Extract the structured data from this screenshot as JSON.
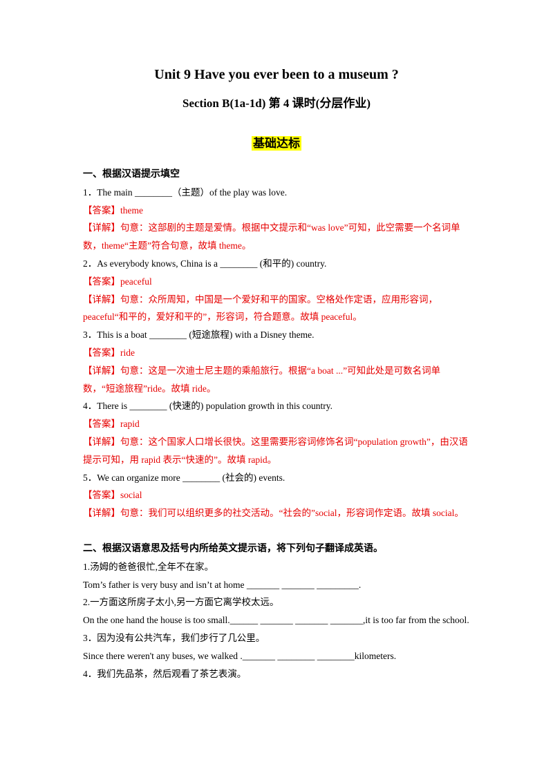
{
  "title": "Unit 9 Have you ever been to a museum ?",
  "subtitle": "Section  B(1a-1d)  第 4 课时(分层作业)",
  "level_label": "基础达标",
  "part1": {
    "heading": "一、根据汉语提示填空",
    "items": [
      {
        "question": "1．The main ________（主题）of the play was love.",
        "answer": "【答案】theme",
        "detail": "【详解】句意：这部剧的主题是爱情。根据中文提示和“was love”可知，此空需要一个名词单数，theme“主题”符合句意，故填 theme。"
      },
      {
        "question": "2．As everybody knows, China is a ________ (和平的) country.",
        "answer": "【答案】peaceful",
        "detail": "【详解】句意：众所周知，中国是一个爱好和平的国家。空格处作定语，应用形容词，peaceful“和平的，爱好和平的”，形容词，符合题意。故填 peaceful。"
      },
      {
        "question": "3．This is a boat ________ (短途旅程) with a Disney theme.",
        "answer": "【答案】ride",
        "detail": "【详解】句意：这是一次迪士尼主题的乘船旅行。根据“a boat ...”可知此处是可数名词单数，“短途旅程”ride。故填 ride。"
      },
      {
        "question": "4．There is ________ (快速的) population growth in this country.",
        "answer": "【答案】rapid",
        "detail": "【详解】句意：这个国家人口增长很快。这里需要形容词修饰名词“population growth”，由汉语提示可知，用 rapid 表示“快速的”。故填 rapid。"
      },
      {
        "question": "5．We can organize more ________ (社会的) events.",
        "answer": "【答案】social",
        "detail": "【详解】句意：我们可以组织更多的社交活动。“社会的”social，形容词作定语。故填 social。"
      }
    ]
  },
  "part2": {
    "heading": "二、根据汉语意思及括号内所给英文提示语，将下列句子翻译成英语。",
    "lines": [
      "1.汤姆的爸爸很忙,全年不在家。",
      "Tom’s father is very busy and isn’t at home  _______  _______  _________.",
      "2.一方面这所房子太小,另一方面它离学校太远。",
      "On the one hand the house is too small.______  _______  _______  _______,it is too far from the school.",
      "3．因为没有公共汽车，我们步行了几公里。",
      "Since there weren't any buses, we walked  ._______  ________  ________kilometers.",
      "4．我们先品茶，然后观看了茶艺表演。"
    ]
  }
}
